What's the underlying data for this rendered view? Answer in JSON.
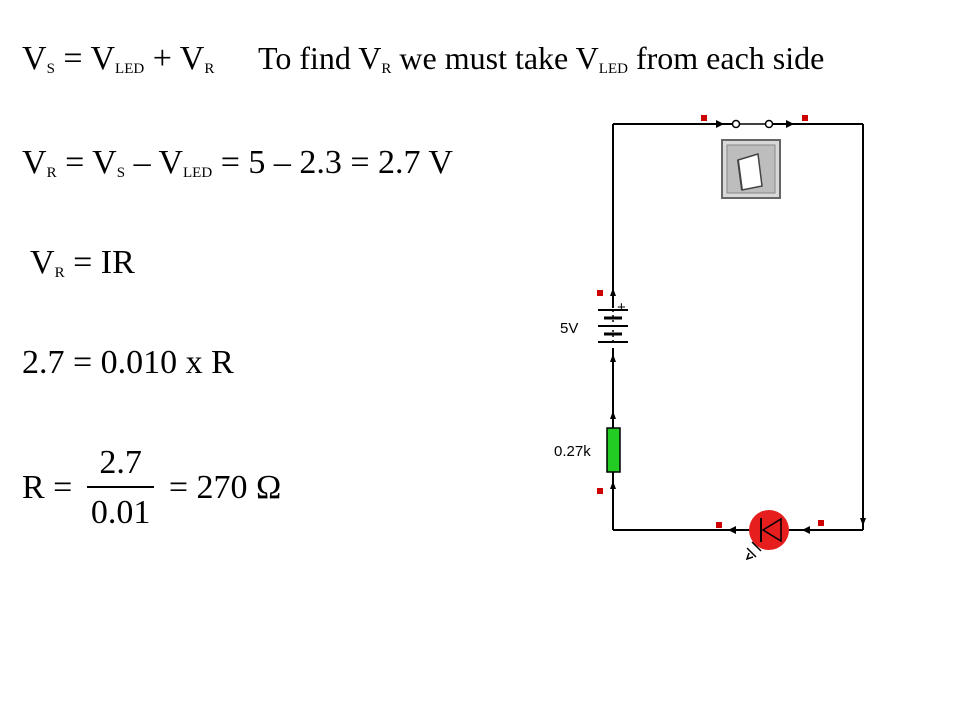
{
  "equations": {
    "eq1": {
      "v": "V",
      "s": "S",
      "eq": "=",
      "vled": "V",
      "led": "LED",
      "plus": "+",
      "vr": "V",
      "r": "R"
    },
    "note": {
      "t1": "To find",
      "v": "V",
      "r": "R",
      "t2": "we must take",
      "v2": "V",
      "led": "LED",
      "t3": "from each side"
    },
    "eq2": {
      "vr": "V",
      "r": "R",
      "eq": "=",
      "vs": "V",
      "s": "S",
      "minus": "–",
      "vled": "V",
      "led": "LED",
      "rest": "= 5 – 2.3 = 2.7 V"
    },
    "eq3": {
      "vr": "V",
      "r": "R",
      "rest": "= IR"
    },
    "eq4": {
      "text": "2.7 = 0.010 x R"
    },
    "eq5": {
      "lhs": "R =",
      "num": "2.7",
      "den": "0.01",
      "rhs": "= 270 Ω"
    }
  },
  "circuit": {
    "battery_label": "5V",
    "battery_plus": "+",
    "resistor_label": "0.27k",
    "colors": {
      "wire": "#000000",
      "terminal": "#cc0000",
      "resistor": "#22cc22",
      "led": "#e61e1e",
      "switch_body": "#c0c0c0"
    }
  }
}
